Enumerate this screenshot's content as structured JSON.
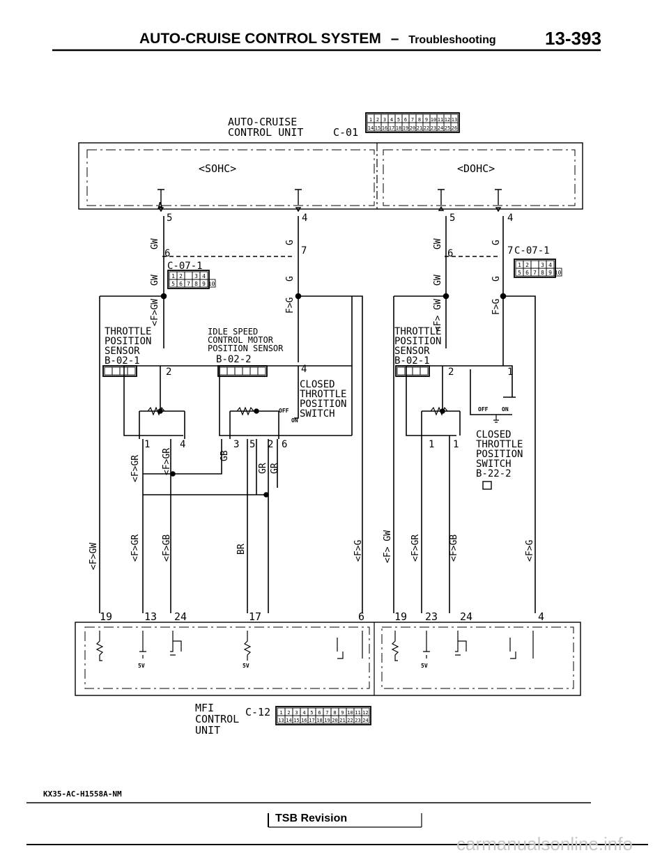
{
  "header": {
    "title": "AUTO-CRUISE CONTROL SYSTEM",
    "dash": "–",
    "subtitle": "Troubleshooting",
    "page_number": "13-393"
  },
  "top_unit": {
    "line1": "AUTO-CRUISE",
    "line2": "CONTROL  UNIT",
    "code": "C-01",
    "pins_top": [
      "1",
      "2",
      "3",
      "4",
      "5",
      "6",
      "7",
      "8",
      "9",
      "10",
      "11",
      "12",
      "13"
    ],
    "pins_bottom": [
      "14",
      "15",
      "16",
      "17",
      "18",
      "19",
      "20",
      "21",
      "22",
      "23",
      "24",
      "25",
      "26"
    ]
  },
  "bottom_unit": {
    "line1": "MFI",
    "line2": "CONTROL",
    "line3": "UNIT",
    "code": "C-12",
    "pins_top": [
      "1",
      "2",
      "3",
      "4",
      "5",
      "6",
      "7",
      "8",
      "9",
      "10",
      "11",
      "12"
    ],
    "pins_bottom": [
      "13",
      "14",
      "15",
      "16",
      "17",
      "18",
      "19",
      "20",
      "21",
      "22",
      "23",
      "24"
    ]
  },
  "sohc": {
    "label": "<SOHC>",
    "pin_a": "A",
    "pins": {
      "p5": "5",
      "p4": "4",
      "p6": "6",
      "p7": "7",
      "p2": "2",
      "p4b": "4",
      "p1": "1",
      "p4c": "4",
      "p3": "3",
      "p5b": "5",
      "p2b": "2",
      "p6b": "6"
    },
    "connector": "C-07-1",
    "connector_pins": [
      "1",
      "2",
      "3",
      "4",
      "5",
      "6",
      "7",
      "8",
      "9",
      "10"
    ],
    "wires": {
      "gw": "GW",
      "g": "G",
      "fgw": "<F>GW",
      "fg": "F>G",
      "fgr": "<F>GR",
      "fgr2": "<F>GR",
      "fgb": "<F>GB",
      "gb": "GB",
      "gr": "GR",
      "br": "BR",
      "fg2": "<F>G"
    },
    "tps": {
      "l1": "THROTTLE",
      "l2": "POSITION",
      "l3": "SENSOR",
      "code": "B-02-1"
    },
    "isc": {
      "l1": "IDLE SPEED",
      "l2": "CONTROL MOTOR",
      "l3": "POSITION SENSOR",
      "code": "B-02-2"
    },
    "ctps": {
      "l1": "CLOSED",
      "l2": "THROTTLE",
      "l3": "POSITION",
      "l4": "SWITCH",
      "off": "OFF",
      "on": "ON"
    },
    "mfi_pins": {
      "a": "19",
      "b": "13",
      "c": "24",
      "d": "17",
      "e": "6"
    },
    "supply": "5V"
  },
  "dohc": {
    "label": "<DOHC>",
    "pins": {
      "p5": "5",
      "p4": "4",
      "p6": "6",
      "p7": "7",
      "p2": "2",
      "p1": "1",
      "q1": "1",
      "q1b": "1"
    },
    "connector": "C-07-1",
    "wires": {
      "gw": "GW",
      "g": "G",
      "fgw": "<F> GW",
      "fg": "F>G",
      "fgr": "<F>GR",
      "fgb": "<F>GB",
      "fg2": "<F>G"
    },
    "tps": {
      "l1": "THROTTLE",
      "l2": "POSITION",
      "l3": "SENSOR",
      "code": "B-02-1"
    },
    "ctps": {
      "l1": "CLOSED",
      "l2": "THROTTLE",
      "l3": "POSITION",
      "l4": "SWITCH",
      "code": "B-22-2",
      "off": "OFF",
      "on": "ON"
    },
    "mfi_pins": {
      "a": "19",
      "b": "23",
      "c": "24",
      "d": "4"
    },
    "supply": "5V"
  },
  "footer": {
    "code": "KX35-AC-H1558A-NM",
    "tsb": "TSB Revision",
    "watermark": "carmanualsonline.info"
  }
}
